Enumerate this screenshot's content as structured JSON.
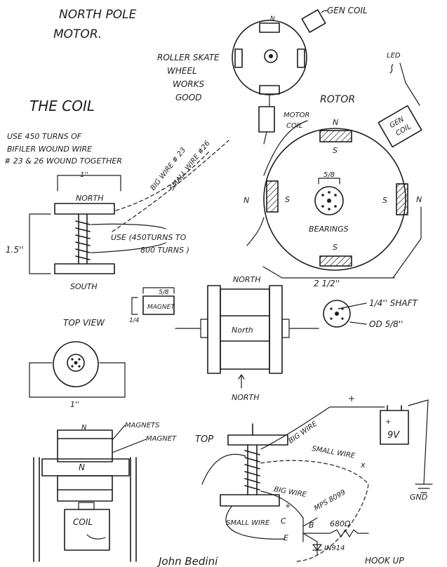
{
  "header": {
    "title_line1": "NORTH POLE",
    "title_line2": "MOTOR.",
    "gen_coil_top": "GEN COIL",
    "roller_note": [
      "ROLLER SKATE",
      "WHEEL",
      "WORKS",
      "GOOD"
    ],
    "motor_coil": [
      "MOTOR",
      "COIL"
    ],
    "n": "N"
  },
  "coil_section": {
    "title": "THE COIL",
    "note": [
      "USE 450 TURNS OF",
      "BIFILER WOUND WIRE",
      "# 23 & 26 WOUND TOGETHER"
    ],
    "width_label": "1''",
    "north": "NORTH",
    "south": "SOUTH",
    "height_label": "1.5''",
    "big_wire": "BIG WIRE # 23",
    "small_wire": "SMALL WIRE #26",
    "turns_note": [
      "USE (450TURNS TO",
      "800 TURNS )"
    ],
    "magnet_small": "MAGNET",
    "dim_58": "5/8",
    "dim_14": "1/4",
    "top_view": "TOP VIEW",
    "bottom_width": "1''"
  },
  "rotor_section": {
    "title": "ROTOR",
    "led": "LED",
    "gen_coil": [
      "GEN",
      "COIL"
    ],
    "n": "N",
    "s": "S",
    "dim_58": "5/8",
    "bearings": "BEARINGS",
    "diameter": "2 1/2''"
  },
  "shaft_section": {
    "shaft": "1/4'' SHAFT",
    "od": "OD 5/8''"
  },
  "stack_section": {
    "north_top": "NORTH",
    "north_mid": "North",
    "north_bottom": "NORTH"
  },
  "assembly_section": {
    "magnets": "MAGNETS",
    "magnet": "MAGNET",
    "n_top": "N",
    "n_mid": "N",
    "coil": "COIL"
  },
  "circuit_section": {
    "top": "TOP",
    "big_wire_a": "BIG WIRE",
    "small_wire_a": "SMALL WIRE",
    "big_wire_b": "BIG WIRE",
    "small_wire_b": "SMALL WIRE",
    "transistor": "MPS 8099",
    "plus": "+",
    "plus2": "+",
    "x": "x",
    "battery": "9V",
    "gnd": "GND",
    "c": "C",
    "b": "B",
    "e": "E",
    "resistor": "680Ω",
    "diode": "IN914",
    "hook_up": "HOOK UP"
  },
  "signature": "John Bedini"
}
